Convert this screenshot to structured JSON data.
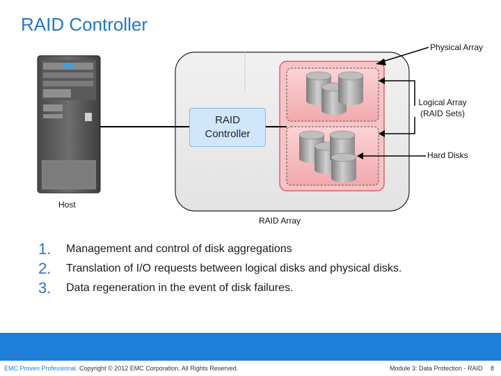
{
  "title": "RAID Controller",
  "labels": {
    "physical_array": "Physical Array",
    "logical_array_line1": "Logical  Array",
    "logical_array_line2": "(RAID Sets)",
    "hard_disks": "Hard Disks",
    "host": "Host",
    "raid_array": "RAID Array",
    "raid_controller_line1": "RAID",
    "raid_controller_line2": "Controller"
  },
  "points": [
    {
      "num": "1.",
      "text": "Management and control of disk aggregations"
    },
    {
      "num": "2.",
      "text": "Translation of I/O requests between logical disks and physical disks."
    },
    {
      "num": "3.",
      "text": "Data regeneration in the event of disk failures."
    }
  ],
  "footer": {
    "proven": "EMC Proven Professional.",
    "copyright": " Copyright © 2012 EMC Corporation. All Rights Reserved.",
    "module": "Module 3: Data Protection - RAID",
    "page": "8"
  },
  "colors": {
    "accent": "#1f77c9",
    "footer_bar": "#1e7fd8",
    "raid_controller_fill": "#cfe6fb",
    "raid_set_fill": "#f4b5b8",
    "array_enclosure": "#ebebeb",
    "disk_gray": "#9a9a9a"
  }
}
